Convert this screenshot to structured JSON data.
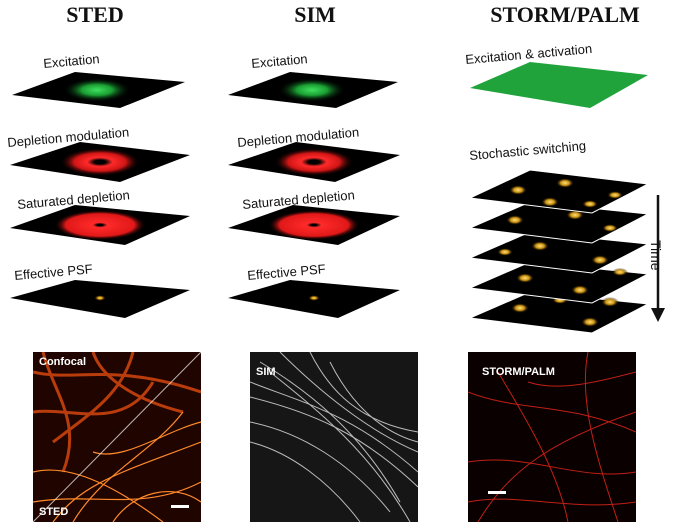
{
  "columns": {
    "sted": {
      "title": "STED",
      "labels": [
        "Excitation",
        "Depletion modulation",
        "Saturated depletion",
        "Effective PSF"
      ],
      "micro": {
        "top_label": "Confocal",
        "bottom_label": "STED"
      }
    },
    "sim": {
      "title": "SIM",
      "labels": [
        "Excitation",
        "Depletion modulation",
        "Saturated depletion",
        "Effective PSF"
      ],
      "micro": {
        "label": "SIM"
      }
    },
    "storm": {
      "title": "STORM/PALM",
      "labels": [
        "Excitation & activation",
        "Stochastic switching"
      ],
      "time_label": "Time",
      "micro": {
        "label": "STORM/PALM"
      }
    }
  },
  "colors": {
    "green": "#1fa33a",
    "red": "#e81c1c",
    "yellow": "#f0c020",
    "plane": "#000000"
  }
}
